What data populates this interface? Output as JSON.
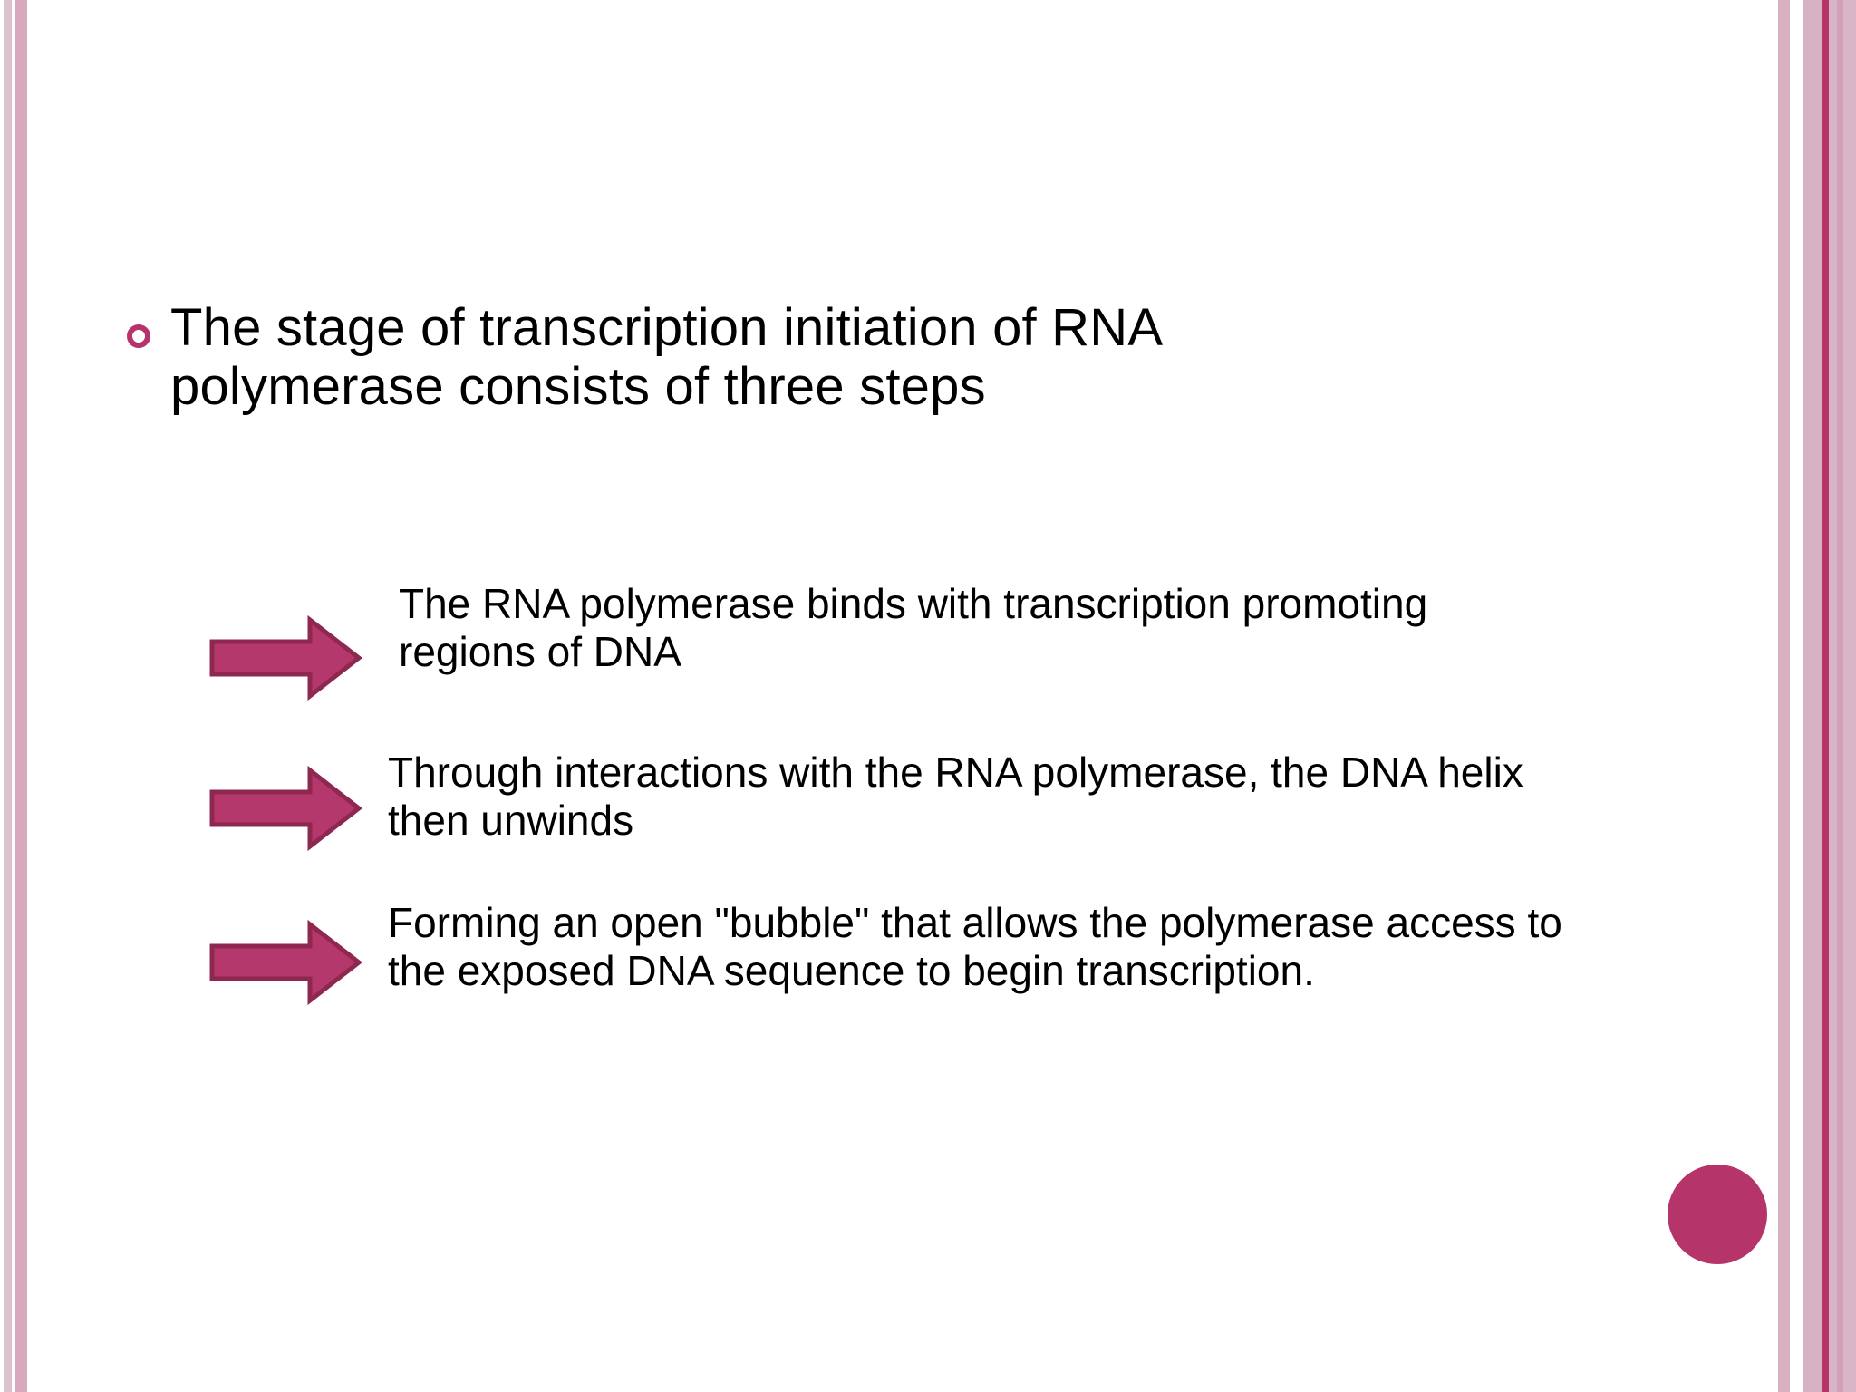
{
  "slide": {
    "background_color": "#ffffff",
    "accent_color": "#b5356a",
    "stripe_light_color": "#d8b0c2",
    "stripe_pale_color": "#dcc2ce"
  },
  "title": {
    "bullet_icon": "ring-bullet-icon",
    "text": "The stage of transcription initiation of RNA polymerase consists of three steps"
  },
  "steps": [
    {
      "arrow_icon": "right-arrow-icon",
      "text": "The RNA polymerase binds with transcription promoting regions of DNA"
    },
    {
      "arrow_icon": "right-arrow-icon",
      "text": "Through interactions with the RNA polymerase, the DNA helix then unwinds"
    },
    {
      "arrow_icon": "right-arrow-icon",
      "text": "Forming an open \"bubble\" that allows the polymerase access to the exposed DNA sequence to begin transcription."
    }
  ],
  "decoration": {
    "corner_circle_icon": "filled-circle-decoration"
  }
}
